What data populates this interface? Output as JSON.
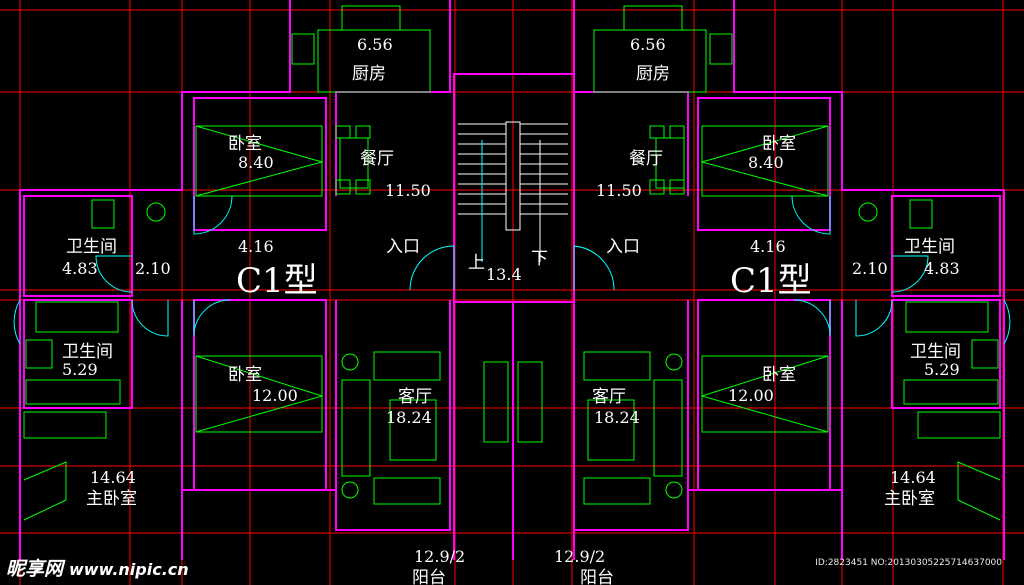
{
  "plan": {
    "left": {
      "kitchen_area": "6.56",
      "kitchen": "厨房",
      "bedroom1": "卧室",
      "bedroom1_area": "8.40",
      "dining": "餐厅",
      "dining_area": "11.50",
      "bath1": "卫生间",
      "bath1_area": "4.83",
      "hall_area": "4.16",
      "corridor_area": "2.10",
      "entry": "入口",
      "unit_type": "C1型",
      "bath2": "卫生间",
      "bath2_area": "5.29",
      "bedroom2": "卧室",
      "bedroom2_area": "12.00",
      "living": "客厅",
      "living_area": "18.24",
      "master_area": "14.64",
      "master": "主卧室",
      "balcony_area": "12.9/2",
      "balcony": "阳台"
    },
    "right": {
      "kitchen_area": "6.56",
      "kitchen": "厨房",
      "bedroom1": "卧室",
      "bedroom1_area": "8.40",
      "dining": "餐厅",
      "dining_area": "11.50",
      "bath1": "卫生间",
      "bath1_area": "4.83",
      "hall_area": "4.16",
      "corridor_area": "2.10",
      "entry": "入口",
      "unit_type": "C1型",
      "bath2": "卫生间",
      "bath2_area": "5.29",
      "bedroom2": "卧室",
      "bedroom2_area": "12.00",
      "living": "客厅",
      "living_area": "18.24",
      "master_area": "14.64",
      "master": "主卧室",
      "balcony_area": "12.9/2",
      "balcony": "阳台"
    },
    "stair": {
      "up": "上",
      "down": "下",
      "area": "13.4"
    }
  },
  "watermark": {
    "brand": "昵享网",
    "site": "www.nipic.cn"
  },
  "image_id": "ID:2823451 NO:20130305225714637000",
  "colors": {
    "wall": "#ff00ff",
    "axis": "#ff0000",
    "fixture": "#00ff00",
    "door": "#00ffff",
    "text": "#ffffff"
  }
}
